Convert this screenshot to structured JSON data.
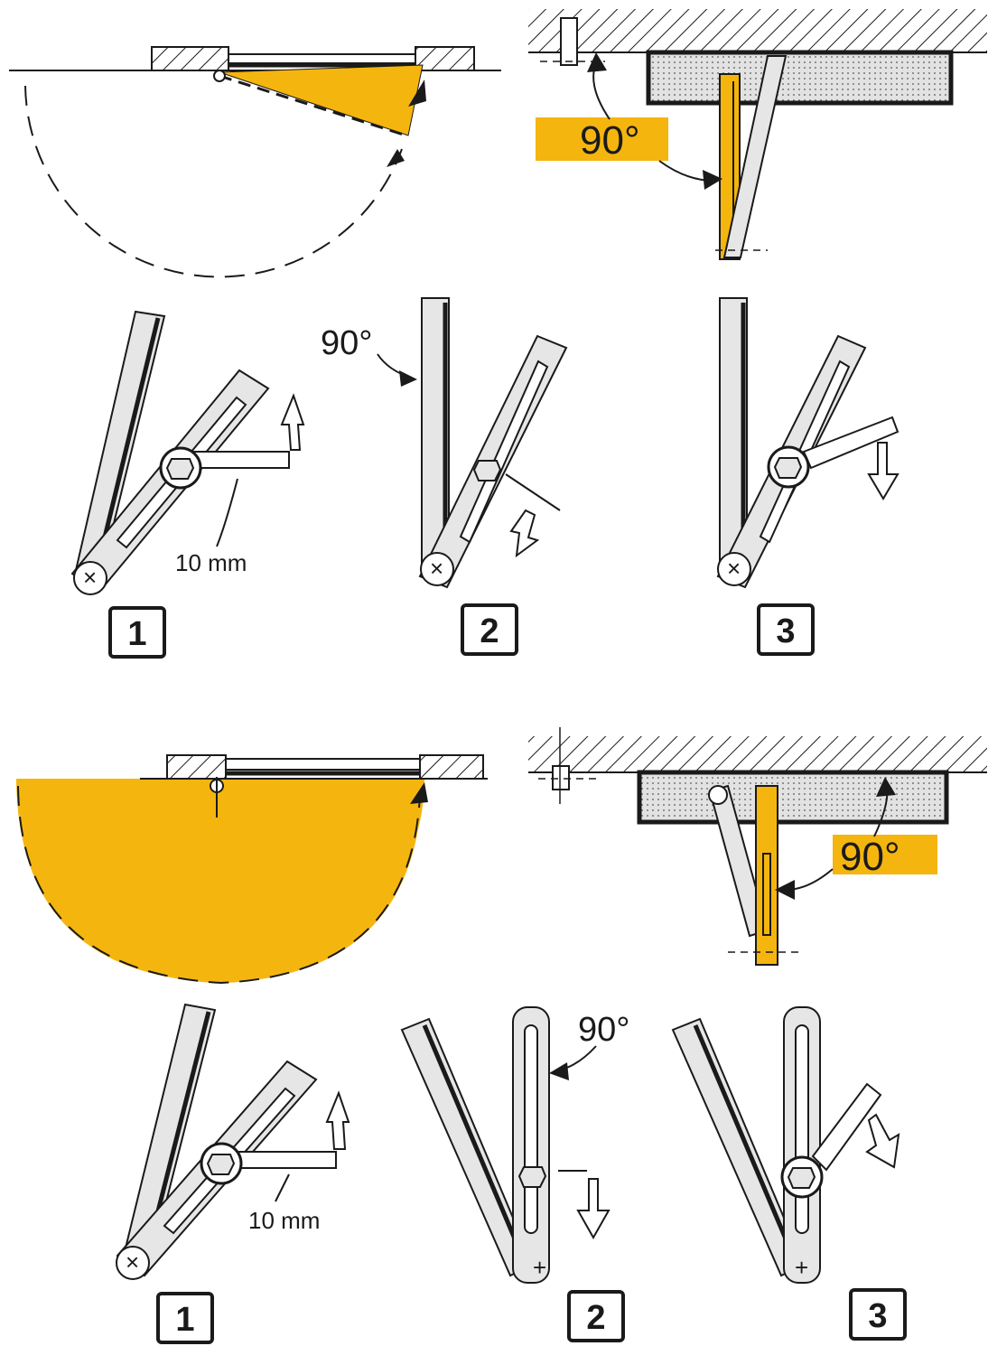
{
  "colors": {
    "ink": "#1a1a1a",
    "highlight": "#f5b50f",
    "bar": "#e6e6e6",
    "wall_fill": "#d8d8d8"
  },
  "top": {
    "angle_label": "90°",
    "step_angle_label": "90°",
    "wrench_label": "10 mm",
    "steps": [
      "1",
      "2",
      "3"
    ]
  },
  "bottom": {
    "angle_label": "90°",
    "step_angle_label": "90°",
    "wrench_label": "10 mm",
    "steps": [
      "1",
      "2",
      "3"
    ]
  }
}
